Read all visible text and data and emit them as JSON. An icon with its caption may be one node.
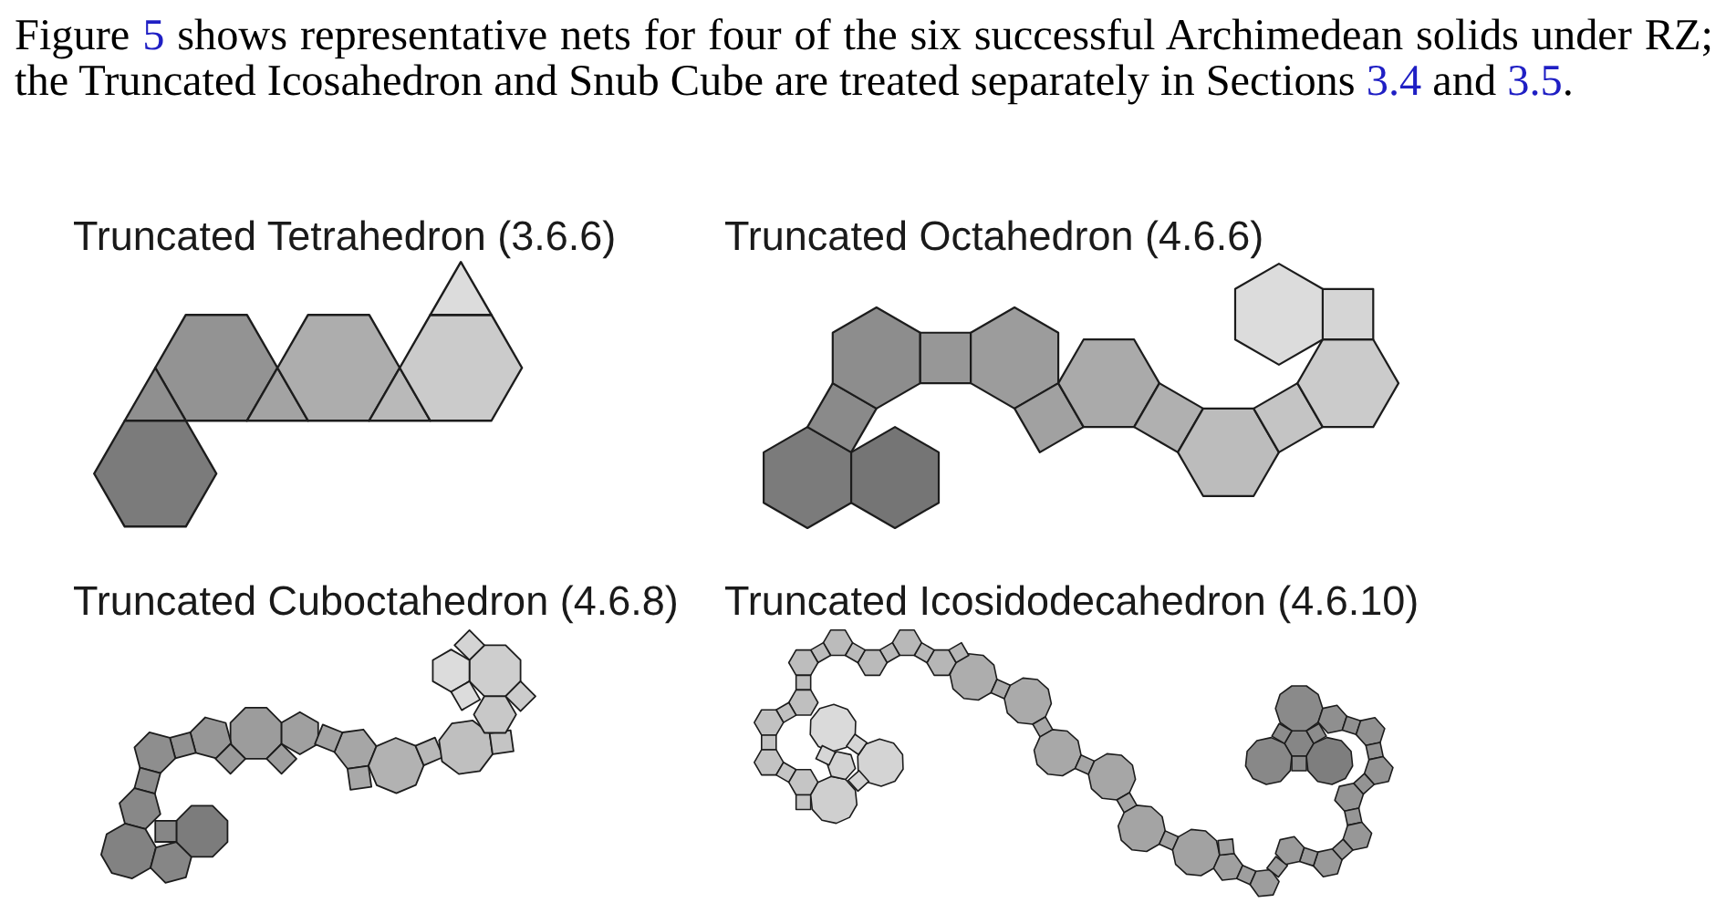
{
  "diagram": {
    "labels": [
      "Figure 5 shows representative nets for four of the six successful Archimedean solids under RZ; the Truncated Icosahedron and Snub Cube are treated separately in Sections 3.4 and 3.5.",
      "Truncated Tetrahedron (3.6.6)",
      "Truncated Octahedron (4.6.6)",
      "Truncated Cuboctahedron (4.6.8)",
      "Truncated Icosidodecahedron (4.6.10)"
    ]
  }
}
